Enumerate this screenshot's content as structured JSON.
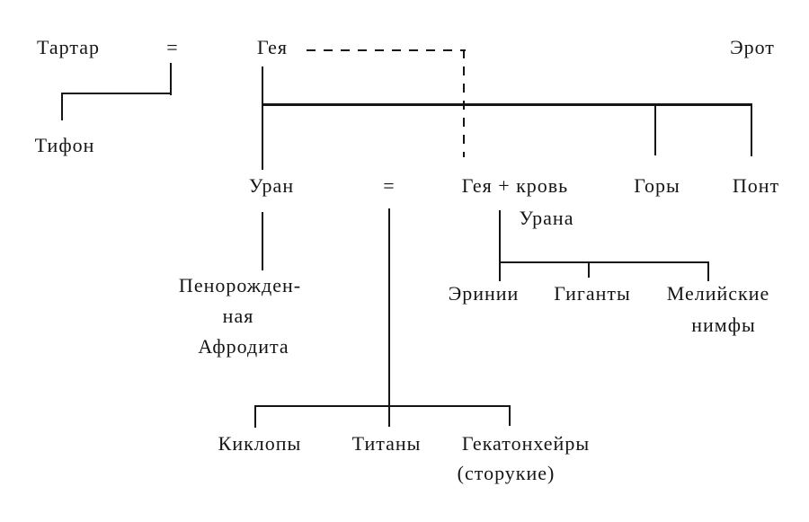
{
  "diagram": {
    "description": "Genealogy tree of Greek primordial deities (in Russian)",
    "colors": {
      "ink": "#151515",
      "background": "#ffffff"
    },
    "nodes": {
      "tartarus": "Тартар",
      "equals": "=",
      "gaia": "Гея",
      "eros": "Эрот",
      "typhon": "Тифон",
      "uranus": "Уран",
      "gaia_blood_line1": "Гея + кровь",
      "gaia_blood_line2": "Урана",
      "mountains": "Горы",
      "pontus": "Понт",
      "aphrodite_line1": "Пенорожден-",
      "aphrodite_line2": "ная",
      "aphrodite_line3": "Афродита",
      "erinyes": "Эринии",
      "giants": "Гиганты",
      "melian_line1": "Мелийские",
      "melian_line2": "нимфы",
      "cyclopes": "Киклопы",
      "titans": "Титаны",
      "hecatoncheires_line1": "Гекатонхейры",
      "hecatoncheires_line2": "(сторукие)"
    }
  }
}
